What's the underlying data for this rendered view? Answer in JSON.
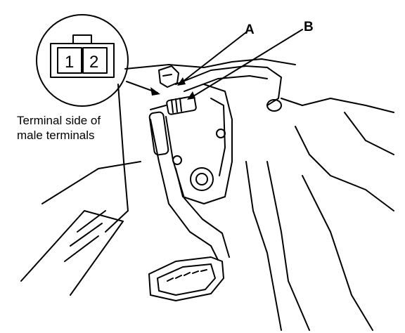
{
  "callouts": {
    "a": "A",
    "b": "B"
  },
  "connector_view": {
    "pin_1": "1",
    "pin_2": "2"
  },
  "caption": {
    "line1": "Terminal side of",
    "line2": "male terminals"
  },
  "colors": {
    "ink": "#000000",
    "paper": "#ffffff"
  }
}
